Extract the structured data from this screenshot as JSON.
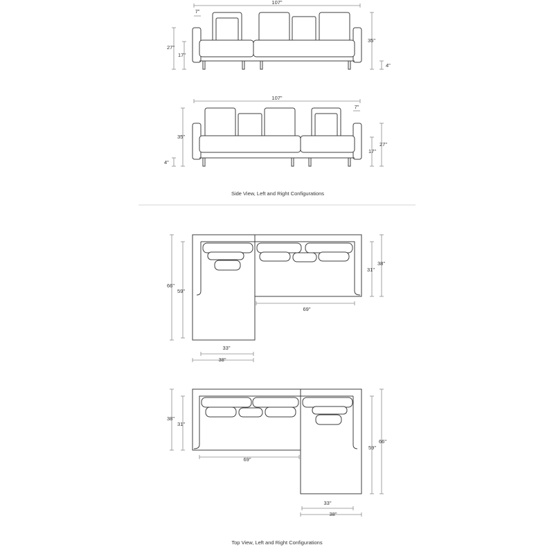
{
  "captions": {
    "side": "Side View, Left and Right Configurations",
    "top": "Top View, Left and Right Configurations"
  },
  "side_left": {
    "width": "107\"",
    "arm": "7\"",
    "height": "35\"",
    "seat_back": "27\"",
    "seat": "17\"",
    "leg": "4\""
  },
  "side_right": {
    "width": "107\"",
    "arm": "7\"",
    "height": "35\"",
    "seat_back": "27\"",
    "seat": "17\"",
    "leg": "4\""
  },
  "top_left": {
    "chaise_depth": "66\"",
    "chaise_seat": "59\"",
    "depth": "38\"",
    "seat_depth": "31\"",
    "sofa_seat_width": "69\"",
    "chaise_seat_width": "33\"",
    "chaise_width": "38\""
  },
  "top_right": {
    "chaise_depth": "66\"",
    "chaise_seat": "59\"",
    "depth": "38\"",
    "seat_depth": "31\"",
    "sofa_seat_width": "69\"",
    "chaise_seat_width": "33\"",
    "chaise_width": "38\""
  }
}
